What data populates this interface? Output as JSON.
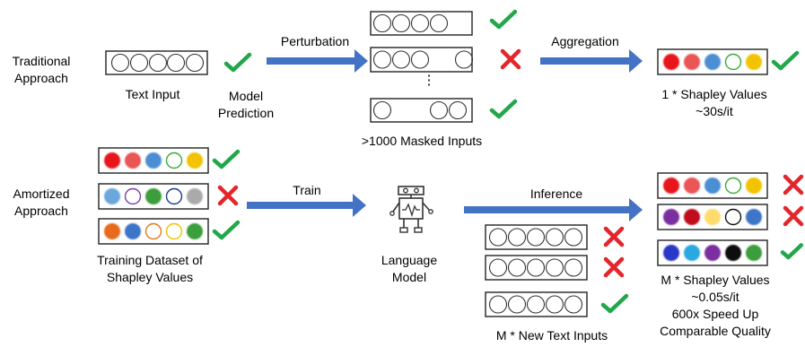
{
  "rows": {
    "traditional": [
      "Traditional",
      "Approach"
    ],
    "amortized": [
      "Amortized",
      "Approach"
    ]
  },
  "steps": {
    "perturbation": "Perturbation",
    "aggregation": "Aggregation",
    "train": "Train",
    "inference": "Inference"
  },
  "captions": {
    "text_input": "Text Input",
    "model_prediction": [
      "Model",
      "Prediction"
    ],
    "masked_inputs": ">1000 Masked Inputs",
    "shapley_1": [
      "1 * Shapley Values",
      "~30s/it"
    ],
    "training_dataset": [
      "Training Dataset of",
      "Shapley Values"
    ],
    "language_model": [
      "Language",
      "Model"
    ],
    "new_inputs": "M * New Text Inputs",
    "shapley_m": [
      "M * Shapley Values",
      "~0.05s/it",
      "600x Speed Up",
      "Comparable Quality"
    ]
  },
  "ellipsis": "⋮",
  "colors": {
    "arrow": "#4472c4",
    "check": "#22a74b",
    "cross": "#e3262b",
    "circle_outline": "#333333"
  },
  "icons": {
    "check": "check-icon",
    "cross": "cross-icon",
    "robot": "robot-icon"
  },
  "shapley_sets": {
    "training": [
      [
        "#e8141c",
        "#ea5455",
        "#4b8ed4",
        "#ffffff|#3aaa3a",
        "#f2c300"
      ],
      [
        "#6aa7dc",
        "#ffffff|#7a3fa8",
        "#3a9d3a",
        "#ffffff|#1f3a93",
        "#aaaaaa"
      ],
      [
        "#e86b1c",
        "#3c74c8",
        "#ffffff|#e07a1b",
        "#ffffff|#f2c300",
        "#3a9d3a"
      ]
    ],
    "single": [
      "#e8141c",
      "#ea5455",
      "#4b8ed4",
      "#ffffff|#3aaa3a",
      "#f2c300"
    ],
    "output": [
      [
        "#e8141c",
        "#ea5455",
        "#4b8ed4",
        "#ffffff|#3aaa3a",
        "#f2c300"
      ],
      [
        "#7a2fa0",
        "#c0101a",
        "#ffdb6e",
        "#ffffff|#111111",
        "#3c74c8"
      ],
      [
        "#2a37c8",
        "#2aa8e0",
        "#7a2fa0",
        "#111111",
        "#3a9d3a"
      ]
    ]
  }
}
